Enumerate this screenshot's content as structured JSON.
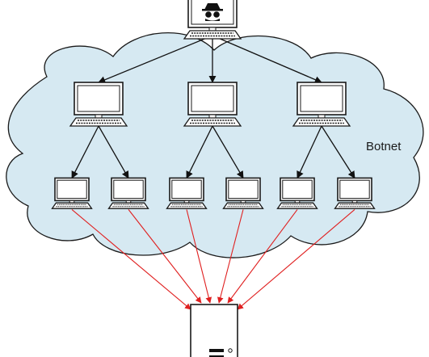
{
  "diagram": {
    "cloud_label": "Botnet",
    "colors": {
      "cloud_fill": "#d6e9f2",
      "cloud_stroke": "#1a1a1a",
      "command_arrow": "#111111",
      "attack_arrow": "#e02020",
      "device_stroke": "#1a1a1a",
      "device_fill": "#ffffff"
    },
    "nodes": {
      "attacker": {
        "icon": "hacker-laptop-icon"
      },
      "controllers": [
        {
          "id": "controller-1",
          "icon": "laptop-icon"
        },
        {
          "id": "controller-2",
          "icon": "laptop-icon"
        },
        {
          "id": "controller-3",
          "icon": "laptop-icon"
        }
      ],
      "bots": [
        {
          "id": "bot-1",
          "icon": "laptop-icon"
        },
        {
          "id": "bot-2",
          "icon": "laptop-icon"
        },
        {
          "id": "bot-3",
          "icon": "laptop-icon"
        },
        {
          "id": "bot-4",
          "icon": "laptop-icon"
        },
        {
          "id": "bot-5",
          "icon": "laptop-icon"
        },
        {
          "id": "bot-6",
          "icon": "laptop-icon"
        }
      ],
      "target": {
        "icon": "server-icon"
      }
    },
    "edges": {
      "command": [
        [
          "attacker",
          "controller-1"
        ],
        [
          "attacker",
          "controller-2"
        ],
        [
          "attacker",
          "controller-3"
        ],
        [
          "controller-1",
          "bot-1"
        ],
        [
          "controller-1",
          "bot-2"
        ],
        [
          "controller-2",
          "bot-3"
        ],
        [
          "controller-2",
          "bot-4"
        ],
        [
          "controller-3",
          "bot-5"
        ],
        [
          "controller-3",
          "bot-6"
        ]
      ],
      "attack": [
        [
          "bot-1",
          "target"
        ],
        [
          "bot-2",
          "target"
        ],
        [
          "bot-3",
          "target"
        ],
        [
          "bot-4",
          "target"
        ],
        [
          "bot-5",
          "target"
        ],
        [
          "bot-6",
          "target"
        ]
      ]
    }
  }
}
